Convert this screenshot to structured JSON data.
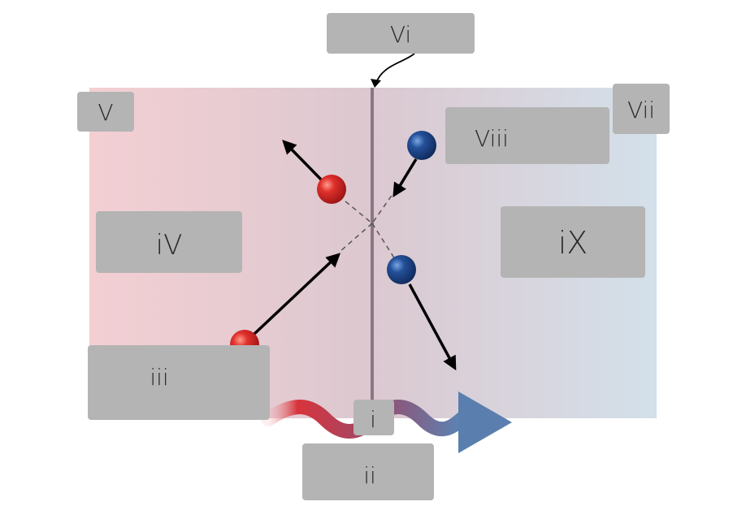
{
  "labels": {
    "i": "i",
    "ii": "ii",
    "iii": "iii",
    "iv": "iV",
    "v": "V",
    "vi": "Vi",
    "vii": "Vii",
    "viii": "Viii",
    "ix": "iX"
  },
  "colors": {
    "hot_side": "#f2cfd3",
    "cold_side": "#d5e0ea",
    "label_box": "#b4b4b4",
    "membrane": "#8a7684",
    "red_particle": "#d8242a",
    "blue_particle": "#1f4a8c",
    "heat_arrow_start": "#d8343c",
    "heat_arrow_end": "#5a84b4"
  },
  "icons": {
    "membrane": "vertical-wall-line",
    "particles": "sphere",
    "heat_flow": "wavy-arrow"
  }
}
